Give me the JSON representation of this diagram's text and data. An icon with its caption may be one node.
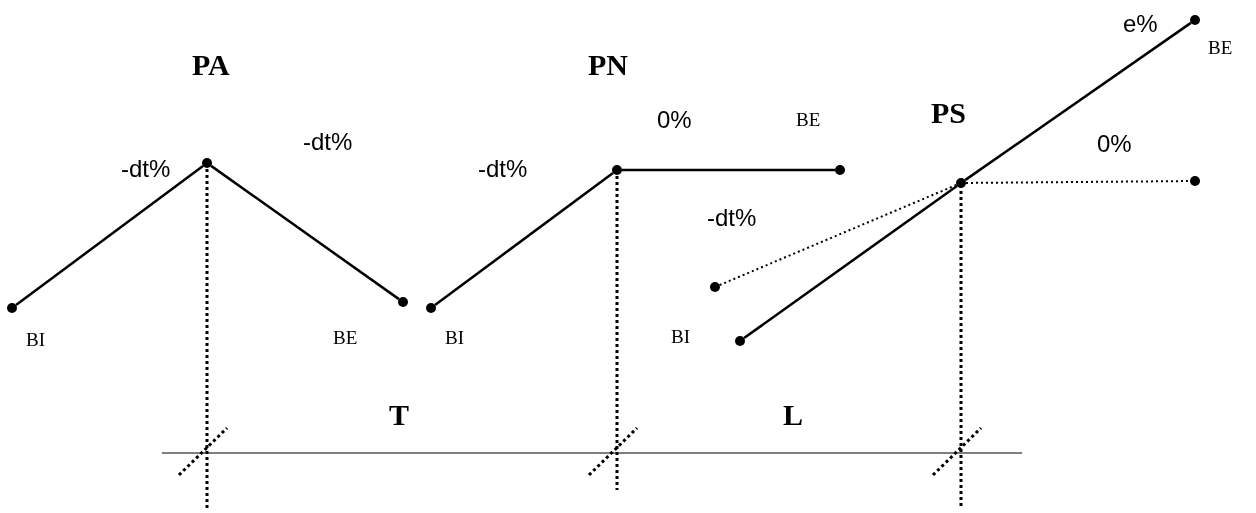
{
  "diagram": {
    "nodes": [
      {
        "text": [],
        "shape": "circle",
        "beside": [
          "BI"
        ]
      },
      {
        "text": [],
        "shape": "circle"
      },
      {
        "text": [],
        "shape": "circle",
        "beside": [
          "BE"
        ]
      },
      {
        "text": [],
        "shape": "circle",
        "beside": [
          "BI"
        ]
      },
      {
        "text": [],
        "shape": "circle"
      },
      {
        "text": [],
        "shape": "circle",
        "beside": [
          "BE"
        ]
      },
      {
        "text": [],
        "shape": "circle"
      },
      {
        "text": [],
        "shape": "circle",
        "beside": [
          "BI"
        ]
      },
      {
        "text": [],
        "shape": "circle"
      },
      {
        "text": [],
        "shape": "circle",
        "beside": [
          "BE"
        ]
      },
      {
        "text": [],
        "shape": "circle"
      }
    ],
    "edges": [
      {
        "from": 0,
        "to": 1,
        "arrow": "none",
        "label": "-dt%"
      },
      {
        "from": 1,
        "to": 2,
        "arrow": "none",
        "label": "-dt%"
      },
      {
        "from": 3,
        "to": 4,
        "arrow": "none",
        "label": "-dt%"
      },
      {
        "from": 4,
        "to": 5,
        "arrow": "none",
        "label": "0%"
      },
      {
        "from": 6,
        "to": 8,
        "arrow": "none",
        "label": "-dt%",
        "style": "dashed"
      },
      {
        "from": 7,
        "to": 8,
        "arrow": "none"
      },
      {
        "from": 8,
        "to": 9,
        "arrow": "none",
        "label": "e%"
      },
      {
        "from": 8,
        "to": 10,
        "arrow": "none",
        "label": "0%",
        "style": "dashed"
      }
    ],
    "labels": [
      "PA",
      "PN",
      "PS",
      "T",
      "L"
    ]
  }
}
